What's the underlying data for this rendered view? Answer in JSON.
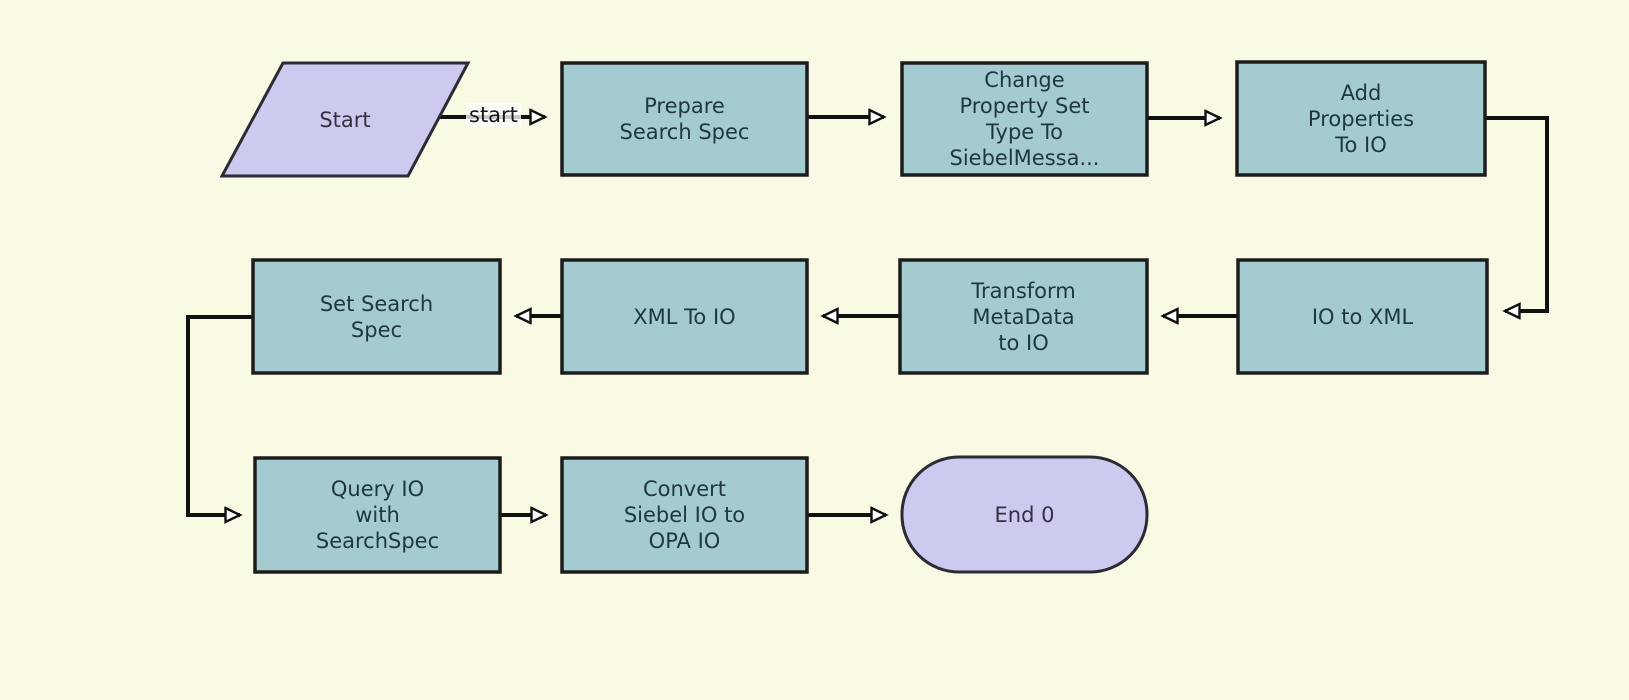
{
  "diagram": {
    "colors": {
      "background": "#FAF9E4",
      "step_fill": "#A4CBD0",
      "step_border": "#1C1C1C",
      "step_text": "#1E3740",
      "terminal_fill": "#CDCAF0",
      "terminal_border": "#2B2B33",
      "terminal_text": "#32323F",
      "connector": "#101010",
      "arrowhead_fill": "#FFFFFF"
    },
    "nodes": [
      {
        "id": "start",
        "type": "start",
        "label": "Start"
      },
      {
        "id": "prepare",
        "type": "step",
        "label": "Prepare\nSearch Spec"
      },
      {
        "id": "change-prop-type",
        "type": "step",
        "label": "Change\nProperty Set\nType To\nSiebelMessa..."
      },
      {
        "id": "add-properties",
        "type": "step",
        "label": "Add\nProperties\nTo IO"
      },
      {
        "id": "io-to-xml",
        "type": "step",
        "label": "IO to XML"
      },
      {
        "id": "transform-meta",
        "type": "step",
        "label": "Transform\nMetaData\nto IO"
      },
      {
        "id": "xml-to-io",
        "type": "step",
        "label": "XML To IO"
      },
      {
        "id": "set-search-spec",
        "type": "step",
        "label": "Set Search\nSpec"
      },
      {
        "id": "query-io",
        "type": "step",
        "label": "Query IO\nwith\nSearchSpec"
      },
      {
        "id": "convert-io",
        "type": "step",
        "label": "Convert\nSiebel IO to\nOPA IO"
      },
      {
        "id": "end-0",
        "type": "end",
        "label": "End 0"
      }
    ],
    "connectors": [
      {
        "from": "start",
        "to": "prepare",
        "label": "start"
      },
      {
        "from": "prepare",
        "to": "change-prop-type",
        "label": ""
      },
      {
        "from": "change-prop-type",
        "to": "add-properties",
        "label": ""
      },
      {
        "from": "add-properties",
        "to": "io-to-xml",
        "label": ""
      },
      {
        "from": "io-to-xml",
        "to": "transform-meta",
        "label": ""
      },
      {
        "from": "transform-meta",
        "to": "xml-to-io",
        "label": ""
      },
      {
        "from": "xml-to-io",
        "to": "set-search-spec",
        "label": ""
      },
      {
        "from": "set-search-spec",
        "to": "query-io",
        "label": ""
      },
      {
        "from": "query-io",
        "to": "convert-io",
        "label": ""
      },
      {
        "from": "convert-io",
        "to": "end-0",
        "label": ""
      }
    ]
  }
}
